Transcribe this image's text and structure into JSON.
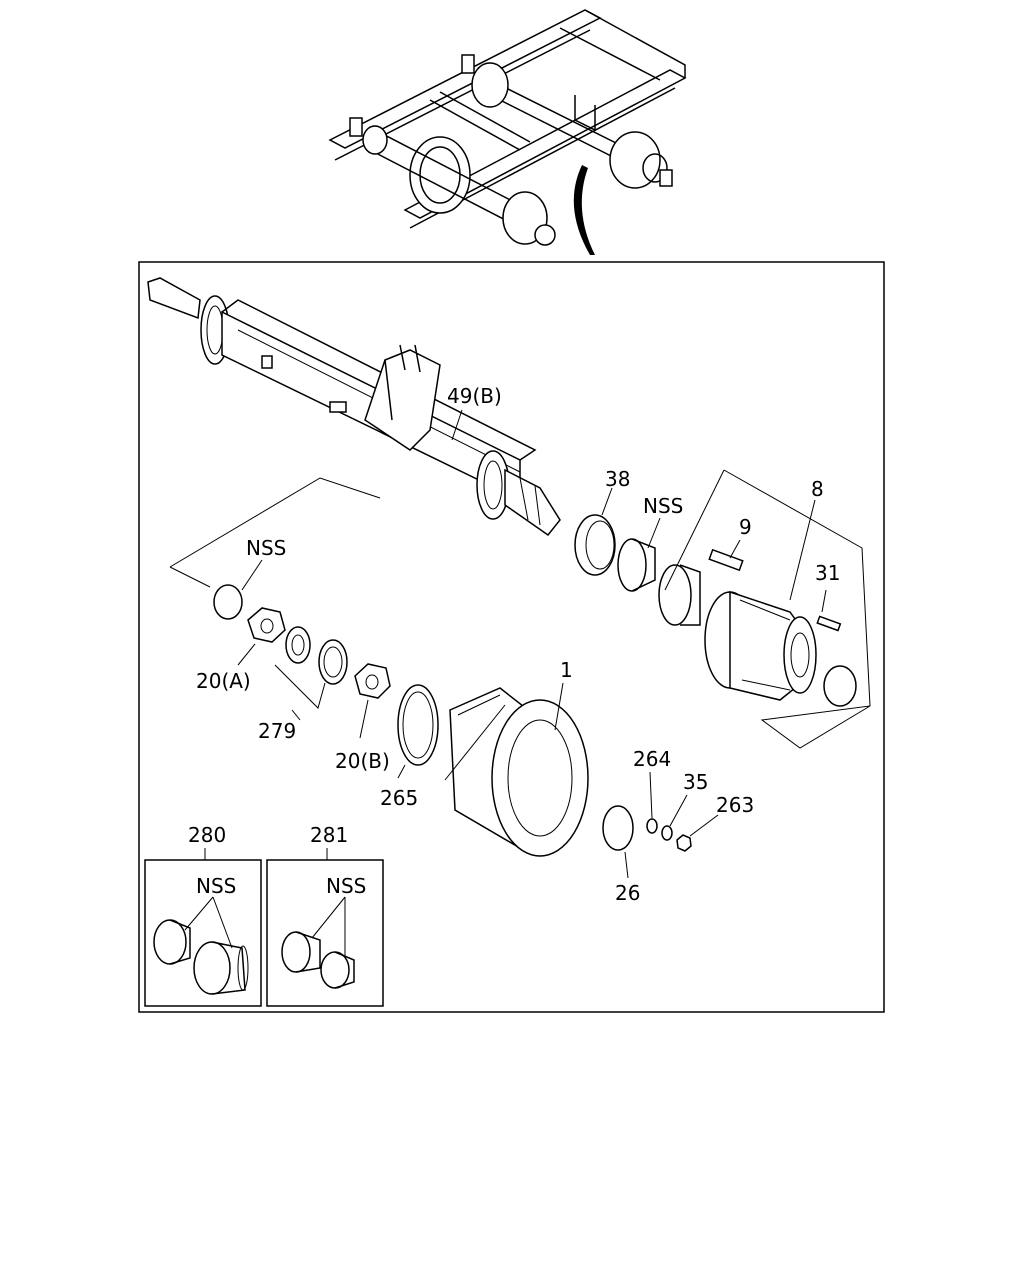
{
  "callouts": {
    "c49b": "49(B)",
    "c38": "38",
    "c_nss_top": "NSS",
    "c8": "8",
    "c9": "9",
    "c31": "31",
    "c_nss_left": "NSS",
    "c20a": "20(A)",
    "c279": "279",
    "c20b": "20(B)",
    "c265": "265",
    "c1": "1",
    "c264": "264",
    "c35": "35",
    "c263": "263",
    "c26": "26"
  },
  "kits": [
    {
      "number": "280",
      "note": "NSS"
    },
    {
      "number": "281",
      "note": "NSS"
    }
  ],
  "icons": {
    "overview": "axle-frame-overview-illustration",
    "axle": "axle-beam-drawing",
    "drum": "brake-drum-drawing",
    "hub": "wheel-hub-drawing"
  }
}
